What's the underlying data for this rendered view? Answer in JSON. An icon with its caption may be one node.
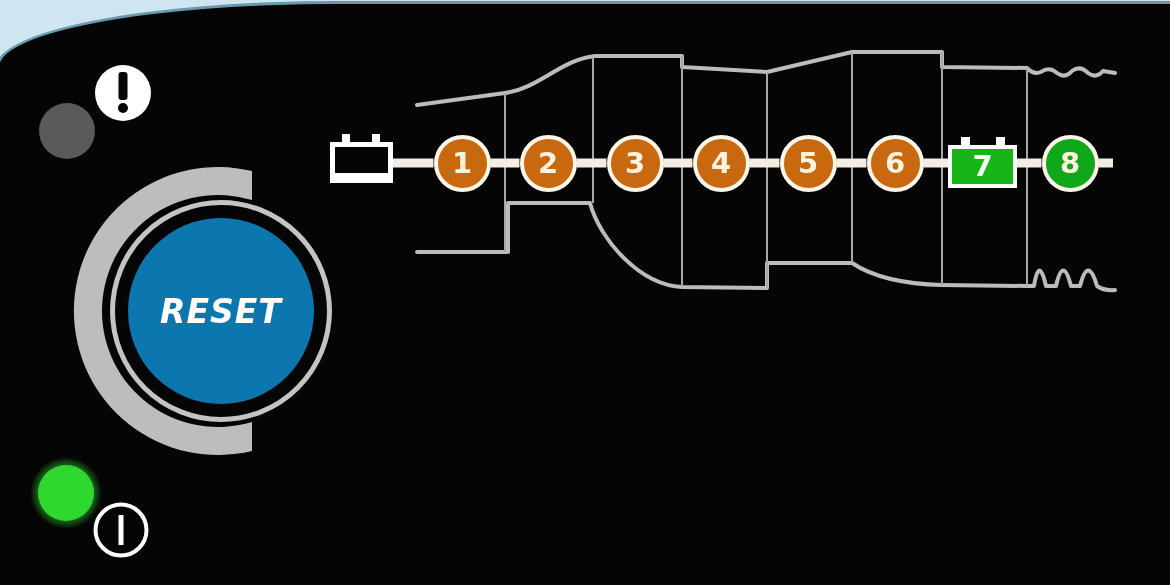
{
  "diagram": {
    "nodes": [
      {
        "text": [],
        "shape": "picture"
      },
      {
        "text": [
          "1"
        ]
      },
      {
        "text": [
          "2"
        ]
      },
      {
        "text": [
          "3"
        ]
      },
      {
        "text": [
          "4"
        ]
      },
      {
        "text": [
          "5"
        ]
      },
      {
        "text": [
          "6"
        ]
      },
      {
        "text": [
          "7"
        ]
      },
      {
        "text": [
          "8"
        ]
      },
      {
        "text": [
          "RESET"
        ]
      }
    ],
    "edges": [
      {
        "from": 0,
        "to": 1,
        "arrow": "none"
      },
      {
        "from": 1,
        "to": 2,
        "arrow": "none"
      },
      {
        "from": 2,
        "to": 3,
        "arrow": "none"
      },
      {
        "from": 3,
        "to": 4,
        "arrow": "none"
      },
      {
        "from": 4,
        "to": 5,
        "arrow": "none"
      },
      {
        "from": 5,
        "to": 6,
        "arrow": "none"
      },
      {
        "from": 6,
        "to": 7,
        "arrow": "none"
      },
      {
        "from": 7,
        "to": 8,
        "arrow": "none"
      },
      {
        "from": 8,
        "to": null,
        "arrow": "none"
      }
    ]
  }
}
